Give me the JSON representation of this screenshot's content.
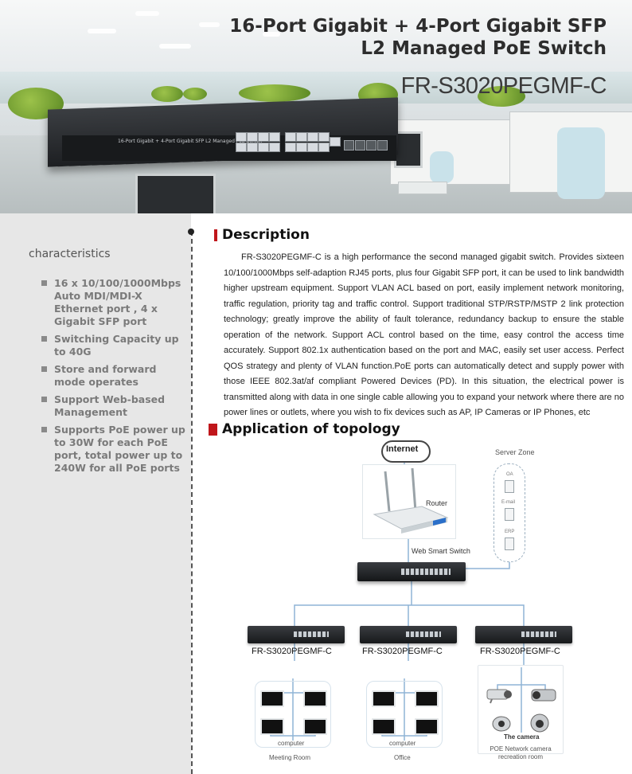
{
  "banner": {
    "title_line1": "16-Port Gigabit + 4-Port Gigabit SFP",
    "title_line2": "L2 Managed PoE Switch",
    "model": "FR-S3020PEGMF-C",
    "device_panel_text": "16-Port Gigabit + 4-Port Gigabit SFP L2 Managed PoE Switch"
  },
  "sidebar": {
    "title": "characteristics",
    "features": [
      "16 x 10/100/1000Mbps Auto MDI/MDI-X Ethernet port , 4 x Gigabit SFP port",
      "Switching Capacity up to 40G",
      "Store and forward mode operates",
      "Support Web-based Management",
      "Supports PoE power up to 30W for each PoE port, total power up to 240W for all PoE ports"
    ]
  },
  "description": {
    "heading": "Description",
    "body": "FR-S3020PEGMF-C is a high performance the second managed gigabit switch. Provides sixteen 10/100/1000Mbps self-adaption RJ45 ports, plus four Gigabit SFP port, it can be used to link bandwidth higher upstream equipment. Support VLAN ACL based on port, easily implement network monitoring, traffic regulation, priority tag and traffic control. Support traditional STP/RSTP/MSTP 2 link protection technology; greatly improve the ability of fault tolerance, redundancy backup to ensure the stable operation of the network. Support ACL control based on the time, easy control the access time accurately. Support 802.1x authentication based on the port and MAC, easily set user access. Perfect QOS strategy and plenty of VLAN function.PoE ports can automatically detect and supply power with those IEEE 802.3at/af compliant Powered Devices (PD). In this situation, the electrical power is transmitted along with data in one single cable allowing you to expand your network where there are no power lines or outlets, where you wish to fix devices such as AP, IP Cameras or IP Phones, etc"
  },
  "topology": {
    "heading": "Application  of  topology",
    "internet": "Internet",
    "router": "Router",
    "server_zone": "Server Zone",
    "servers": [
      "OA",
      "E-mail",
      "ERP"
    ],
    "web_switch": "Web Smart Switch",
    "switch_models": [
      "FR-S3020PEGMF-C",
      "FR-S3020PEGMF-C",
      "FR-S3020PEGMF-C"
    ],
    "computer_label_1": "computer",
    "computer_label_2": "computer",
    "camera_label": "The camera",
    "zones": [
      "Meeting Room",
      "Office",
      "POE Network camera recreation room"
    ]
  }
}
